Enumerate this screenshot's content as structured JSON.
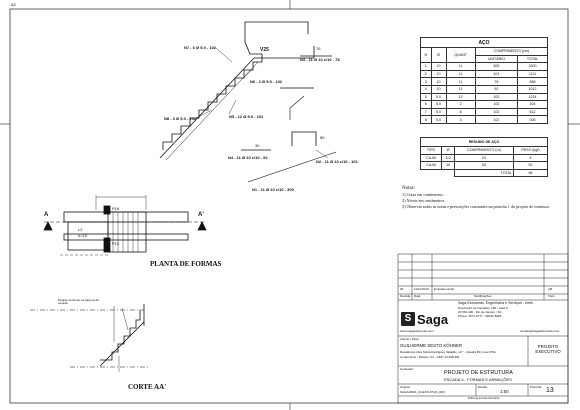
{
  "sheet_format": "A2",
  "aco_table": {
    "title": "AÇO",
    "headers": {
      "n": "N",
      "diam": "Ø",
      "quant": "QUANT",
      "comp": "COMPRIMENTO (cm)",
      "unit": "UNITÁRIO",
      "total": "TOTAL"
    },
    "rows": [
      [
        "1",
        "10",
        "11",
        "300",
        "3300"
      ],
      [
        "2",
        "10",
        "11",
        "101",
        "1111"
      ],
      [
        "3",
        "10",
        "11",
        "78",
        "858"
      ],
      [
        "4",
        "10",
        "11",
        "92",
        "1012"
      ],
      [
        "5",
        "5.0",
        "12",
        "102",
        "1224"
      ],
      [
        "6",
        "5.0",
        "2",
        "102",
        "204"
      ],
      [
        "7",
        "5.0",
        "6",
        "102",
        "612"
      ],
      [
        "8",
        "5.0",
        "3",
        "102",
        "306"
      ]
    ]
  },
  "resumo_table": {
    "title": "RESUMO DE AÇO",
    "headers": {
      "tipo": "TIPO",
      "diam": "Ø",
      "comp": "COMPRIMENTO (m)",
      "peso": "PESO (kgf)"
    },
    "rows": [
      [
        "CA-60",
        "5.0",
        "24",
        "4"
      ],
      [
        "CA-50",
        "10",
        "63",
        "52"
      ]
    ],
    "total_label": "TOTAL",
    "total_value": "56"
  },
  "notes": {
    "title": "Notas:",
    "items": [
      "1) Cotas em centímetros.",
      "2) Níveis em centímetros.",
      "3) Observar todas as notas e prescrições constantes na prancha 1 do projeto de estrutura."
    ]
  },
  "bar_labels": {
    "n7": "N7 - 6 Ø 5.0 - 102",
    "v25": "V25",
    "n3": "N3 - 11 Ø 10 c/10 - 78",
    "n6": "N6 - 2 Ø 5.0 - 102",
    "n8": "N8 - 3 Ø 5.0 - 102",
    "n5": "N5 - 12 Ø 5.0 - 102",
    "n4": "N4 - 11 Ø 10 c/10 - 92",
    "n2": "N2 - 11 Ø 10 c/10 - 101",
    "n1": "N1 - 11 Ø 10 c/10 - 300",
    "dim_76": "76",
    "dim_30": "30",
    "dim_89": "89"
  },
  "plan": {
    "title": "PLANTA DE FORMAS",
    "cut_a": "A",
    "cut_a2": "A'",
    "slab_label": "L2",
    "slab_h": "h=10",
    "pillar_p12": "P12",
    "pillar_p16": "P16"
  },
  "section": {
    "title": "CORTE AA'",
    "note": "Degrau contínuo na largura da escada"
  },
  "title_block": {
    "rev_cols": {
      "rev": "Revisão",
      "data": "Data",
      "modif": "Modificações",
      "visto": "Visto"
    },
    "rev_row": [
      "00",
      "11/11/2019",
      "Emissão inicial",
      "AR"
    ],
    "company_name": "Saga",
    "company_full": "Saga Estruturas, Engenharia e Serviços - eireli",
    "company_addr1": "Rua Pedro de Carvalho, 180 - casa 3",
    "company_addr2": "20.561-330 - Rio de Janeiro / RJ",
    "company_phone": "Phone: 2571-0777 - 98010-8284",
    "company_web": "www.sagaestruturas.com",
    "company_email": "contato@sagaestruturas.com",
    "client_label": "Cliente / Obra",
    "client_name": "GUILHERME SESTO KÖHNER",
    "client_addr1": "Residência: Rua Sônia Rodrigues Valadão, s/n° - Quadra 80, Lote 079A",
    "client_addr2": "Condomínio - Maricá / RJ - CEP: 24.938-481",
    "status": "PROJETO EXECUTIVO",
    "content_label": "Conteúdo:",
    "project_title": "PROJETO DE ESTRUTURA",
    "project_sub": "ESCADA 4 - FORMAS E ARMAÇÕES",
    "file_label": "Arquivo",
    "file_name": "SAGA19001_03-EST-ATIVA_R00",
    "scale_label": "Escala",
    "scale": "1:50",
    "sheet_label": "Prancha",
    "sheet": "13",
    "footer": "Folha de Acordo Normativo"
  }
}
